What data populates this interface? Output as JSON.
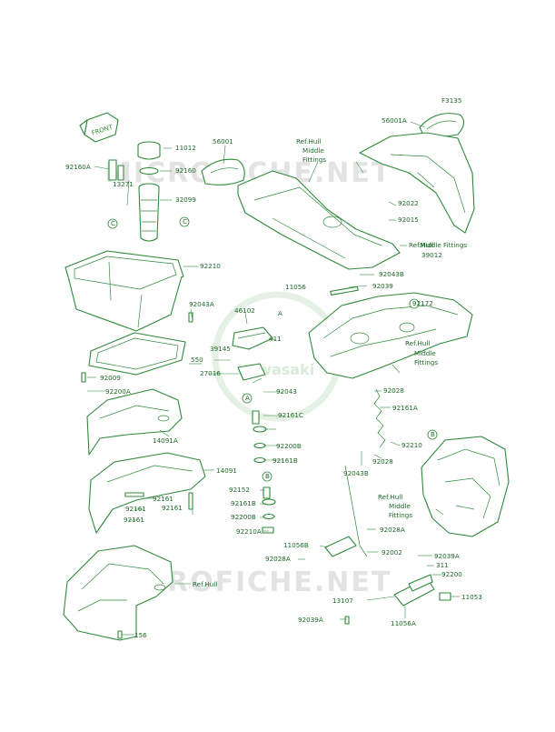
{
  "figure_code": "F3135",
  "watermark": "MICROFICHE.NET",
  "logo_text": "Kawasaki",
  "front_arrow": "FRONT",
  "callouts": [
    {
      "text": "F3135"
    },
    {
      "text": "56001A"
    },
    {
      "text": "Ref.Hull"
    },
    {
      "text": "Middle"
    },
    {
      "text": "Fittings"
    },
    {
      "text": "56001"
    },
    {
      "text": "11012"
    },
    {
      "text": "92160A"
    },
    {
      "text": "92160"
    },
    {
      "text": "32099"
    },
    {
      "text": "13271"
    },
    {
      "text": "C"
    },
    {
      "text": "C"
    },
    {
      "text": "92022"
    },
    {
      "text": "92015"
    },
    {
      "text": "Ref.Hull"
    },
    {
      "text": "Middle Fittings"
    },
    {
      "text": "39012"
    },
    {
      "text": "92210"
    },
    {
      "text": "92043B"
    },
    {
      "text": "11056"
    },
    {
      "text": "92039"
    },
    {
      "text": "92043A"
    },
    {
      "text": "46102"
    },
    {
      "text": "A"
    },
    {
      "text": "92172"
    },
    {
      "text": "411"
    },
    {
      "text": "39145"
    },
    {
      "text": "550"
    },
    {
      "text": "27016"
    },
    {
      "text": "92009"
    },
    {
      "text": "92200A"
    },
    {
      "text": "Ref.Hull"
    },
    {
      "text": "Middle"
    },
    {
      "text": "Fittings"
    },
    {
      "text": "A"
    },
    {
      "text": "92043"
    },
    {
      "text": "92028"
    },
    {
      "text": "92161C"
    },
    {
      "text": "92161A"
    },
    {
      "text": "14091A"
    },
    {
      "text": "92200B"
    },
    {
      "text": "92210"
    },
    {
      "text": "B"
    },
    {
      "text": "92161B"
    },
    {
      "text": "B"
    },
    {
      "text": "92043B"
    },
    {
      "text": "92028"
    },
    {
      "text": "14091"
    },
    {
      "text": "92161"
    },
    {
      "text": "92161"
    },
    {
      "text": "92152"
    },
    {
      "text": "92161B"
    },
    {
      "text": "92161"
    },
    {
      "text": "92161"
    },
    {
      "text": "92200B"
    },
    {
      "text": "Ref.Hull"
    },
    {
      "text": "Middle"
    },
    {
      "text": "Fittings"
    },
    {
      "text": "92210A"
    },
    {
      "text": "92028A"
    },
    {
      "text": "11056B"
    },
    {
      "text": "92002"
    },
    {
      "text": "92039A"
    },
    {
      "text": "92028A"
    },
    {
      "text": "311"
    },
    {
      "text": "92200"
    },
    {
      "text": "Ref.Hull"
    },
    {
      "text": "13107"
    },
    {
      "text": "11053"
    },
    {
      "text": "92039A"
    },
    {
      "text": "11056A"
    },
    {
      "text": "156"
    }
  ],
  "colors": {
    "line": "#2f8a3a",
    "text": "#1f6b2a",
    "watermark": "#e3e3e3",
    "background": "#ffffff"
  }
}
